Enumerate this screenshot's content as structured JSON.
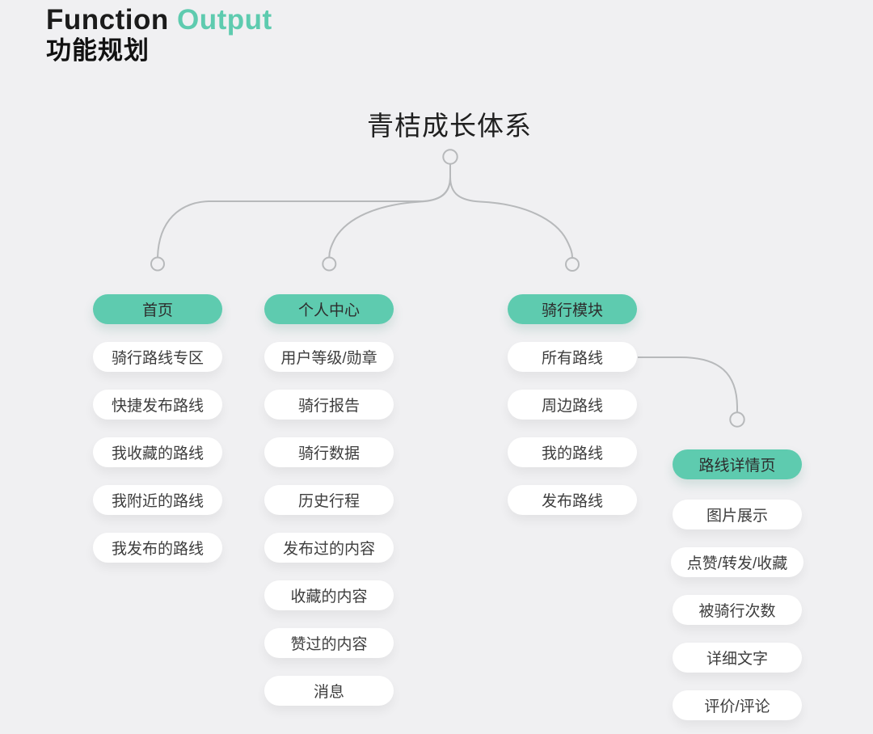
{
  "colors": {
    "background": "#f0f0f2",
    "accent_teal": "#5ecbaf",
    "connector_gray": "#b7b9bb",
    "pill_background": "#ffffff",
    "pill_text": "#3d3d3d",
    "title_dark": "#1b1b1b"
  },
  "header": {
    "title_part_black": "Function",
    "title_part_accent": "Output",
    "subtitle": "功能规划"
  },
  "tree": {
    "root_label": "青桔成长体系",
    "branches": [
      {
        "label": "首页",
        "children": [
          "骑行路线专区",
          "快捷发布路线",
          "我收藏的路线",
          "我附近的路线",
          "我发布的路线"
        ]
      },
      {
        "label": "个人中心",
        "children": [
          "用户等级/勋章",
          "骑行报告",
          "骑行数据",
          "历史行程",
          "发布过的内容",
          "收藏的内容",
          "赞过的内容",
          "消息"
        ]
      },
      {
        "label": "骑行模块",
        "children": [
          "所有路线",
          "周边路线",
          "我的路线",
          "发布路线"
        ]
      },
      {
        "label": "路线详情页",
        "children": [
          "图片展示",
          "点赞/转发/收藏",
          "被骑行次数",
          "详细文字",
          "评价/评论"
        ]
      }
    ]
  }
}
